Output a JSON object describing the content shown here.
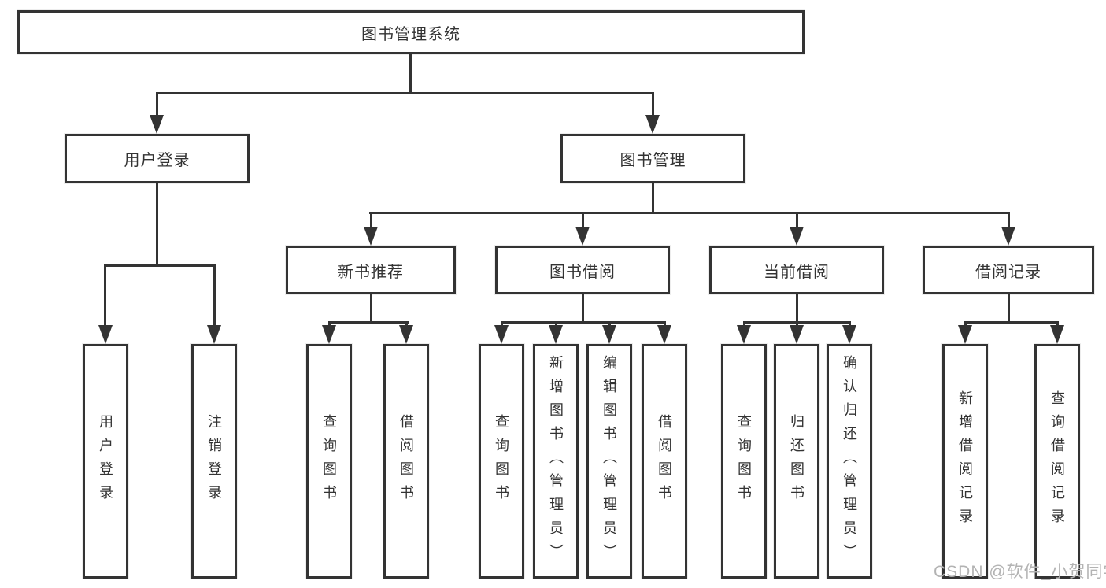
{
  "tree": {
    "label": "图书管理系统",
    "children": [
      {
        "label": "用户登录",
        "children": [
          {
            "label": "用户登录"
          },
          {
            "label": "注销登录"
          }
        ]
      },
      {
        "label": "图书管理",
        "children": [
          {
            "label": "新书推荐",
            "children": [
              {
                "label": "查询图书"
              },
              {
                "label": "借阅图书"
              }
            ]
          },
          {
            "label": "图书借阅",
            "children": [
              {
                "label": "查询图书"
              },
              {
                "label": "新增图书（管理员）"
              },
              {
                "label": "编辑图书（管理员）"
              },
              {
                "label": "借阅图书"
              }
            ]
          },
          {
            "label": "当前借阅",
            "children": [
              {
                "label": "查询图书"
              },
              {
                "label": "归还图书"
              },
              {
                "label": "确认归还（管理员）"
              }
            ]
          },
          {
            "label": "借阅记录",
            "children": [
              {
                "label": "新增借阅记录"
              },
              {
                "label": "查询借阅记录"
              }
            ]
          }
        ]
      }
    ]
  },
  "watermark": {
    "text": "CSDN @软件_小贺同学"
  },
  "colors": {
    "line": "#333333",
    "box_border": "#333333",
    "text": "#333333",
    "watermark": "#b3b3b3",
    "background": "#ffffff"
  }
}
